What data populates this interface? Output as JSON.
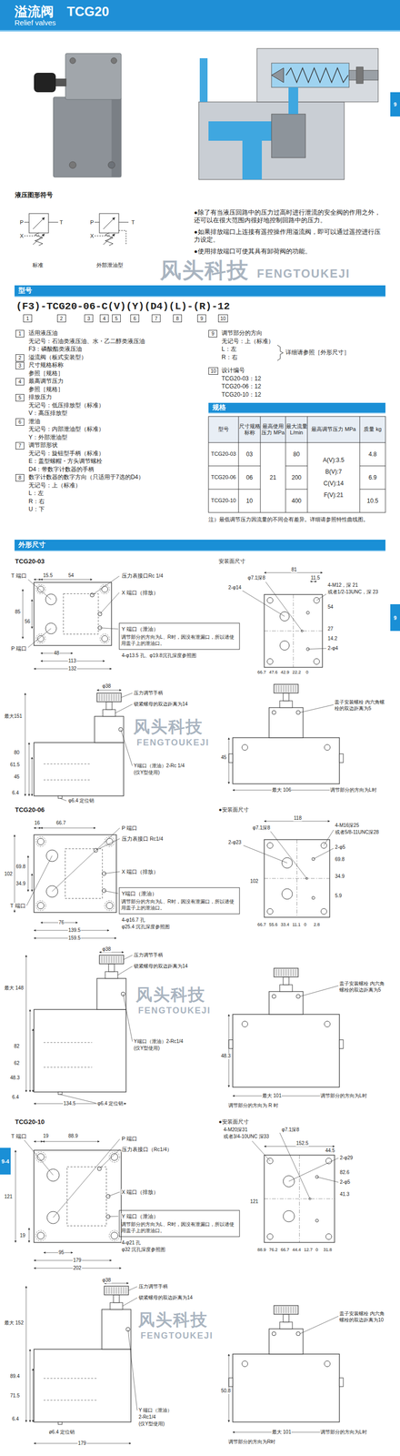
{
  "diagram": {
    "title": "溢流阀　TCG20",
    "nodes": [
      {
        "text": [
          "9"
        ]
      },
      {
        "text": [
          "型号"
        ]
      },
      {
        "text": [
          "1"
        ]
      },
      {
        "text": [
          "2"
        ]
      },
      {
        "text": [
          "3"
        ]
      },
      {
        "text": [
          "4"
        ]
      },
      {
        "text": [
          "5"
        ]
      },
      {
        "text": [
          "6"
        ]
      },
      {
        "text": [
          "7"
        ]
      },
      {
        "text": [
          "8"
        ]
      },
      {
        "text": [
          "9"
        ]
      },
      {
        "text": [
          "10"
        ]
      },
      {
        "text": [
          "1"
        ]
      },
      {
        "text": [
          "2"
        ]
      },
      {
        "text": [
          "3"
        ]
      },
      {
        "text": [
          "4"
        ]
      },
      {
        "text": [
          "5"
        ]
      },
      {
        "text": [
          "6"
        ]
      },
      {
        "text": [
          "7"
        ]
      },
      {
        "text": [
          "8"
        ]
      },
      {
        "text": [
          "9"
        ]
      },
      {
        "text": [
          "10"
        ]
      },
      {
        "text": [
          "规格"
        ]
      },
      {
        "text": [
          "外形尺寸"
        ]
      },
      {
        "text": [
          "9"
        ]
      },
      {
        "text": [
          "9-4"
        ]
      }
    ],
    "labels": [
      "Relief valves",
      "液压图形符号",
      "P",
      "T",
      "X",
      "标准",
      "P",
      "T",
      "X",
      "外部泄油型",
      "●除了有当液压回路中的压力过高时进行泄流的安全阀的作用之外，还可以在很大范围内很好地控制回路中的压力。",
      "●如果排放端口上连接有遥控操作用溢流阀，即可以通过遥控进行压力设定。",
      "●使用排放端口可使其具有卸荷阀的功能。",
      "风头科技",
      "FENGTOUKEJI",
      "(F3)-TCG20-06-C(V)(Y)(D4)(L)-(R)-12",
      "适用液压油",
      "无记号：石油类液压油、水・乙二醇类液压油",
      "F3：磷酸酯类液压油",
      "溢流阀（板式安装型）",
      "尺寸规格标称",
      "参照［规格］",
      "最高调节压力",
      "参照［规格］",
      "排放压力",
      "无记号：低压排放型（标准）",
      "V：高压排放型",
      "泄油",
      "无记号：内部泄油型（标准）",
      "Y：外部泄油型",
      "调节部形状",
      "无记号：旋钮型手柄（标准）",
      "E：盖型螺帽・方头调节螺栓",
      "D4：带数字计数器的手柄",
      "数字计数器的数字方向（只适用于7选的D4）",
      "无记号：上（标准）",
      "L：左",
      "R：右",
      "U：下",
      "调节部分的方向",
      "无记号：上（标准）",
      "L：左",
      "R：右",
      "详细请参照［外形尺寸］",
      "设计编号",
      "TCG20-03：12",
      "TCG20-06：12",
      "TCG20-10：12",
      "型号",
      "尺寸规格标称",
      "最高使用压力 MPa",
      "最大流量 L/min",
      "最高调节压力 MPa",
      "质量 kg",
      "TCG20-03",
      "03",
      "21",
      "80",
      "A(V):3.5",
      "B(V):7",
      "C(V):14",
      "F(V):21",
      "4.8",
      "TCG20-06",
      "06",
      "200",
      "6.9",
      "TCG20-10",
      "10",
      "400",
      "10.5",
      "注）最低调节压力因流量的不同会有差异。详细请参照特性曲线图。",
      "TCG20-03",
      "安装面尺寸",
      "T 端口",
      "15.5",
      "54",
      "压力表接口Rc 1/4",
      "X 端口（排放）",
      "85",
      "56",
      "P 端口",
      "48",
      "113",
      "132",
      "Y 端口（泄油）",
      "调节部分的方向为L、R时，因没有泄漏口，所以请使用盖子上的泄油口。",
      "4-φ13.5 孔、φ19.8沉孔深度参照图",
      "81",
      "11.5",
      "φ7.1深8",
      "2-φ14",
      "4-M12，深 21",
      "或者1/2-13UNC，深 23",
      "54",
      "27",
      "14.2",
      "2-φ4",
      "66.7",
      "47.6",
      "42.9",
      "22.2",
      "0",
      "φ38",
      "压力调节手柄",
      "锁紧螺母的双边距离为14",
      "最大151",
      "80",
      "61.5",
      "45",
      "6.4",
      "风头科技",
      "FENGTOUKEJI",
      "Y端口（泄油）2-Rc 1/4",
      "(仅Y型使用)",
      "φ6.4 定位销",
      "盖子安装螺栓 内六角螺栓的双边距离为5",
      "45",
      "最大 106",
      "调节部分的方向为L时",
      "TCG20-06",
      "●安装面尺寸",
      "16",
      "66.7",
      "P 端口",
      "压力表接口 Rc1/4",
      "102",
      "69.8",
      "34.9",
      "T 端口",
      "X 端口（排放）",
      "76",
      "139.5",
      "159.5",
      "Y端口（泄油）",
      "调节部分的方向为L、R时，因没有泄漏口，所以请使用盖子上的泄油口。",
      "4-φ16.7 孔",
      "φ25.4 沉孔深度参照图",
      "118",
      "4-M16深25",
      "或者5/8-11UNC深28",
      "φ7.1深8",
      "2-φ23",
      "2-φ5",
      "69.8",
      "34.9",
      "5.9",
      "102",
      "66.7",
      "55.6",
      "33.4",
      "11.1",
      "0",
      "2.8",
      "φ38",
      "压力调节手柄",
      "锁紧螺母的双边距离为14",
      "最大 148",
      "82",
      "62",
      "48.3",
      "6.4",
      "Y端口（泄油）2-Rc1/4",
      "(仅Y型使用)",
      "134.5",
      "φ6.4 定位销",
      "盖子安装螺栓 内六角螺栓的双边距离为5",
      "48.3",
      "最大 101",
      "调节部分的方向为 R 时",
      "调节部分的方向为L时",
      "风头科技",
      "FENGTOUKEJI",
      "TCG20-10",
      "●安装面尺寸",
      "T 端口",
      "19",
      "88.9",
      "P 端口",
      "压力表接口（Rc1/4）",
      "121",
      "19",
      "X 端口（排放）",
      "95",
      "179",
      "202",
      "Y 端口（泄油）",
      "调节部分的方向为L、R时，因没有泄漏口，所以请使用盖子上的泄油口。",
      "4-φ21 孔",
      "φ32 沉孔深度参照图",
      "4-M20深31",
      "或者3/4-10UNC 深33",
      "φ7.1深8",
      "152.5",
      "44.5",
      "2-φ29",
      "82.6",
      "2-φ5",
      "41.3",
      "121",
      "88.9",
      "76.2",
      "66.7",
      "44.4",
      "12.7",
      "0",
      "31.8",
      "φ38",
      "压力调节手柄",
      "锁紧螺母的双边距离为14",
      "最大 152",
      "89.4",
      "71.5",
      "6.4",
      "ø6.4 定位销",
      "Y 端口（泄油）",
      "2-Rc1/4",
      "(仅Y型使用)",
      "179",
      "盖子安装螺栓 内六角螺栓的双边距离为10",
      "50.8",
      "最大 101",
      "调节部分的方向为R时",
      "调节部分的方向为L时",
      "风头科技",
      "FENGTOUKEJI"
    ]
  }
}
